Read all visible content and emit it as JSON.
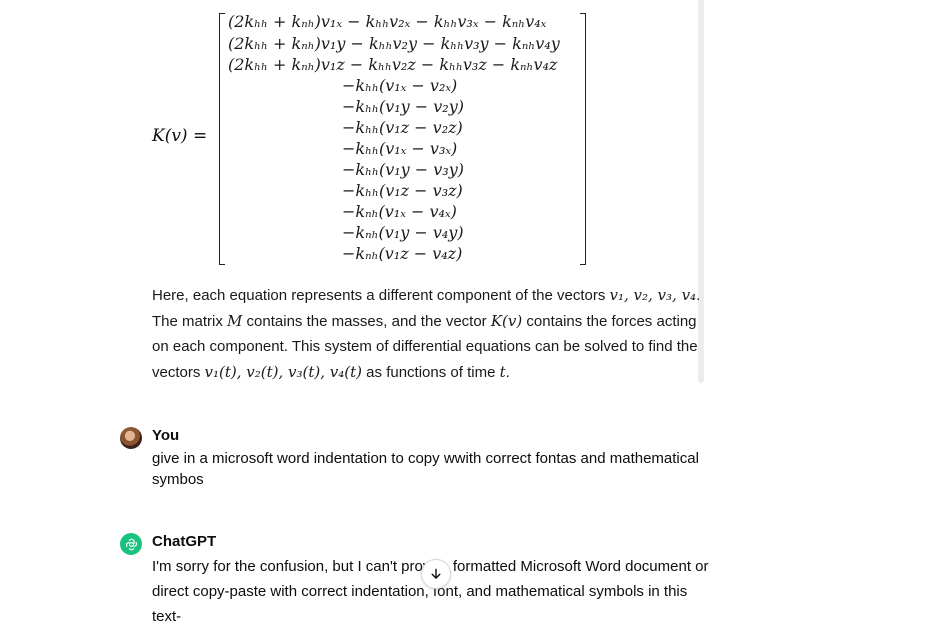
{
  "equation": {
    "lhs": "K(v) =",
    "rows": [
      "(2kₕₕ + kₙₕ)v₁ₓ − kₕₕv₂ₓ − kₕₕv₃ₓ − kₙₕv₄ₓ",
      "(2kₕₕ + kₙₕ)v₁y − kₕₕv₂y − kₕₕv₃y − kₙₕv₄y",
      "(2kₕₕ + kₙₕ)v₁z − kₕₕv₂z − kₕₕv₃z − kₙₕv₄z",
      "−kₕₕ(v₁ₓ − v₂ₓ)",
      "−kₕₕ(v₁y − v₂y)",
      "−kₕₕ(v₁z − v₂z)",
      "−kₕₕ(v₁ₓ − v₃ₓ)",
      "−kₕₕ(v₁y − v₃y)",
      "−kₕₕ(v₁z − v₃z)",
      "−kₙₕ(v₁ₓ − v₄ₓ)",
      "−kₙₕ(v₁y − v₄y)",
      "−kₙₕ(v₁z − v₄z)"
    ]
  },
  "explanation": {
    "s1": "Here, each equation represents a different component of the vectors ",
    "m1": "v₁, v₂, v₃, v₄",
    "s2": ". The matrix ",
    "m2": "M",
    "s3": " contains the masses, and the vector ",
    "m3": "K(v)",
    "s4": " contains the forces acting on each component. This system of differential equations can be solved to find the vectors ",
    "m4": "v₁(t), v₂(t), v₃(t), v₄(t)",
    "s5": " as functions of time ",
    "m5": "t",
    "s6": "."
  },
  "user_message": {
    "author": "You",
    "text": "give in a microsoft word indentation to copy wwith correct fontas and mathematical symbos"
  },
  "assistant_message": {
    "author": "ChatGPT",
    "text": "I'm sorry for the confusion, but I can't provi… formatted Microsoft Word document or direct copy-paste with correct indentation, font, and mathematical symbols in this text-"
  },
  "icons": {
    "scroll_down": "arrow-down-icon",
    "assistant_logo": "openai-logo-icon"
  },
  "colors": {
    "assistant_avatar": "#19c37d",
    "text": "#0d0d0d",
    "scrollbar": "#ececec"
  }
}
